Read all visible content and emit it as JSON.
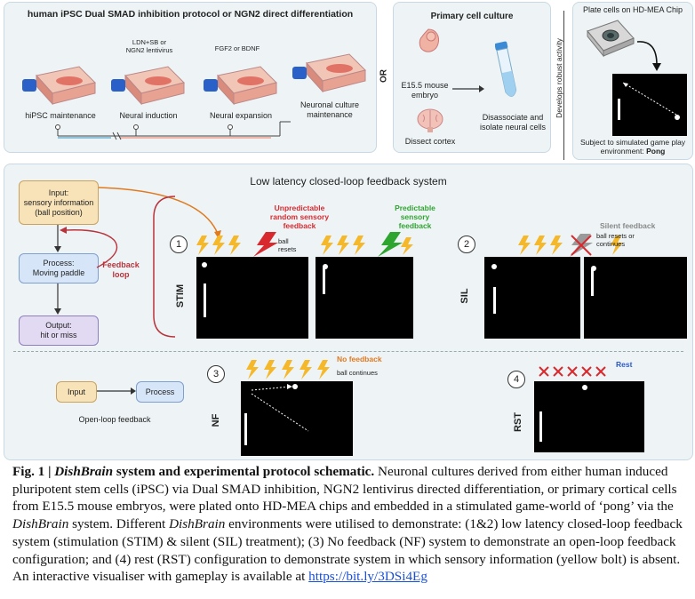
{
  "panel_a": {
    "title": "human iPSC Dual SMAD inhibition protocol or NGN2 direct differentiation",
    "reagent_1": "LDN+SB or",
    "reagent_1b": "NGN2 lentivirus",
    "reagent_2": "FGF2 or BDNF",
    "stage_1": "hiPSC maintenance",
    "stage_2": "Neural induction",
    "stage_3": "Neural expansion",
    "stage_4a": "Neuronal culture",
    "stage_4b": "maintenance"
  },
  "or_label": "OR",
  "panel_b": {
    "title": "Primary cell culture",
    "embryo_a": "E15.5 mouse",
    "embryo_b": "embryo",
    "cortex": "Dissect cortex",
    "dissoc_a": "Disassociate and",
    "dissoc_b": "isolate neural cells"
  },
  "develops_label": "Develops robust activity",
  "panel_c": {
    "title": "Plate cells on HD-MEA Chip",
    "subject_a": "Subject to simulated game play",
    "subject_b": "environment: ",
    "subject_pong": "Pong"
  },
  "panel_d": {
    "title": "Low latency closed-loop feedback system",
    "input_a": "Input:",
    "input_b": "sensory information",
    "input_c": "(ball position)",
    "process_a": "Process:",
    "process_b": "Moving paddle",
    "output_a": "Output:",
    "output_b": "hit or miss",
    "feedback_a": "Feedback",
    "feedback_b": "loop",
    "unpred_a": "Unpredictable",
    "unpred_b": "random sensory",
    "unpred_c": "feedback",
    "ball_resets_a": "ball",
    "ball_resets_b": "resets",
    "pred_a": "Predictable",
    "pred_b": "sensory",
    "pred_c": "feedback",
    "silent": "Silent feedback",
    "silent_sub_a": "ball resets or",
    "silent_sub_b": "continues",
    "stim": "STIM",
    "sil": "SIL",
    "nf": "NF",
    "rst": "RST",
    "num_1": "1",
    "num_2": "2",
    "num_3": "3",
    "num_4": "4",
    "no_feedback": "No feedback",
    "ball_continues": "ball continues",
    "rest": "Rest",
    "ol_input": "Input",
    "ol_process": "Process",
    "ol_label": "Open-loop feedback"
  },
  "caption": {
    "fig": "Fig. 1 | ",
    "dishbrain": "DishBrain",
    "title_rest": " system and experimental protocol schematic.",
    "body1": " Neuronal cultures derived from either human induced pluripotent stem cells (iPSC) via Dual SMAD inhibition, NGN2 lentivirus directed differentiation, or primary cortical cells from E15.5 mouse embryos, were plated onto HD-MEA chips and embedded in a stimulated game-world of ‘pong’ via the ",
    "dishbrain2": "DishBrain",
    "body2": " system. Different ",
    "dishbrain3": "DishBrain",
    "body3": " environments were utilised to demonstrate: (1&2) low latency closed-loop feedback system (stimulation (STIM) & silent (SIL) treatment); (3) No feedback (NF) system to demonstrate an open-loop feedback configuration; and (4) rest (RST) configuration to demonstrate system in which sensory information (yellow bolt) is absent. An interactive visualiser with gameplay is available at ",
    "link": "https://bit.ly/3DSi4Eg"
  },
  "colors": {
    "panel_bg": "#eef4f6",
    "input_box": "#f8e3b8",
    "process_box": "#d6e6f8",
    "output_box": "#e2d9f3",
    "bolt_yellow": "#f5b82a",
    "unpredictable_red": "#d8292f",
    "predictable_green": "#2ea52e",
    "orange": "#e07a1f",
    "feedback_red": "#b8333b",
    "rest_blue": "#2a59c9"
  }
}
